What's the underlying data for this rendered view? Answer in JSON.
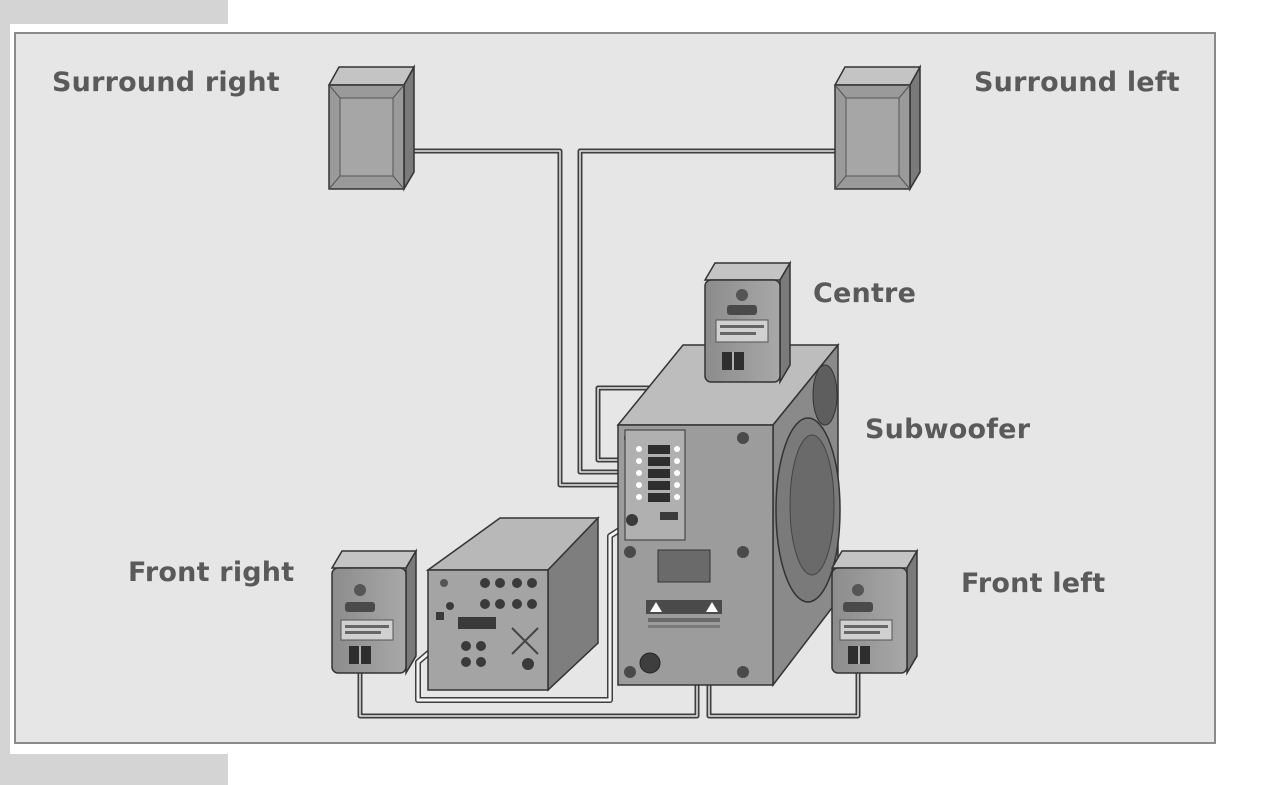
{
  "labels": {
    "surround_right": "Surround right",
    "surround_left": "Surround left",
    "centre": "Centre",
    "subwoofer": "Subwoofer",
    "front_right": "Front right",
    "front_left": "Front left"
  },
  "colors": {
    "background": "#e6e6e6",
    "frame_border": "#8a8a8a",
    "label_text": "#5a5a5a",
    "speaker_body": "#9a9a9a",
    "speaker_dark": "#6e6e6e",
    "cable": "#4a4a4a"
  }
}
